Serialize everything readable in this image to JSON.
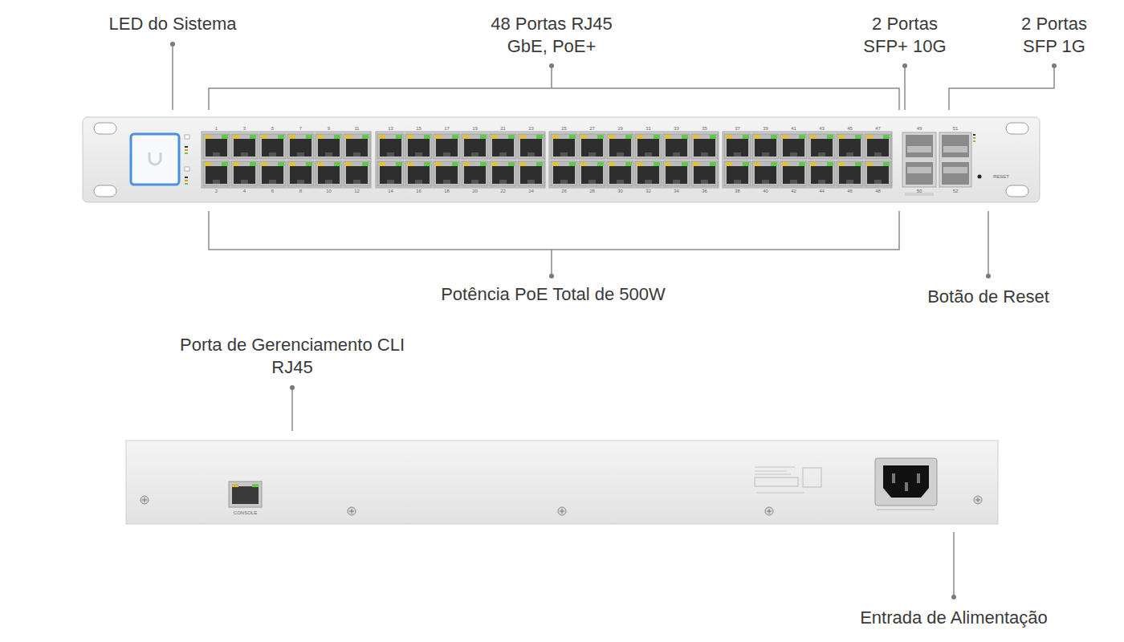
{
  "diagram": {
    "labels": [
      "LED do Sistema",
      "48 Portas RJ45 GbE, PoE+",
      "2 Portas SFP+ 10G",
      "2 Portas SFP 1G",
      "Potência PoE Total de 500W",
      "Botão de Reset",
      "Porta de Gerenciamento CLI RJ45",
      "Entrada de Alimentação",
      "1",
      "3",
      "5",
      "7",
      "9",
      "11",
      "13",
      "15",
      "17",
      "19",
      "21",
      "23",
      "25",
      "27",
      "29",
      "31",
      "33",
      "35",
      "37",
      "39",
      "41",
      "43",
      "45",
      "47",
      "2",
      "4",
      "6",
      "8",
      "10",
      "12",
      "14",
      "16",
      "18",
      "20",
      "22",
      "24",
      "26",
      "28",
      "30",
      "32",
      "34",
      "36",
      "38",
      "40",
      "42",
      "44",
      "46",
      "48",
      "49",
      "51",
      "50",
      "52",
      "RESET",
      "CONSOLE"
    ]
  }
}
